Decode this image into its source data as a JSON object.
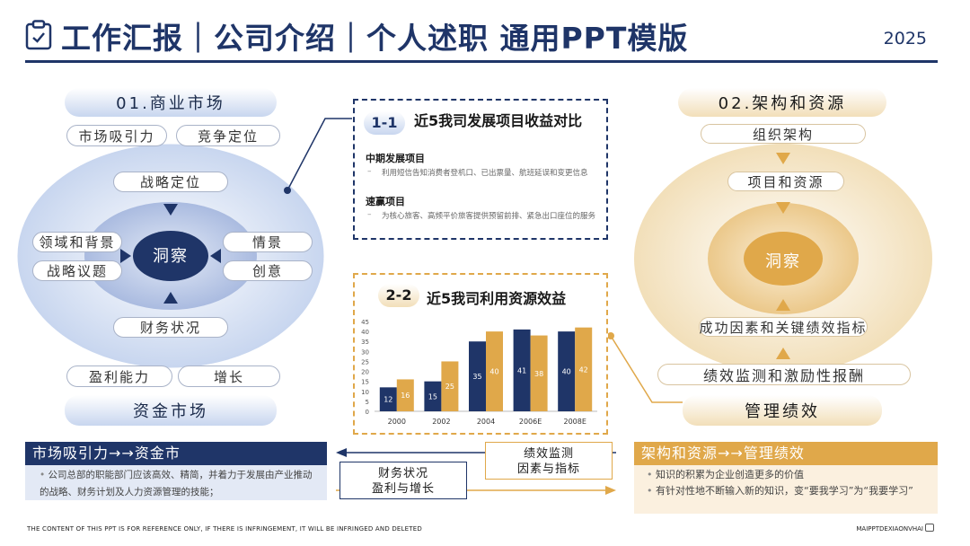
{
  "header": {
    "title": "工作汇报｜公司介绍｜个人述职 通用PPT模版",
    "year": "2025"
  },
  "left": {
    "top_pill": "01.商业市场",
    "pill_a": "市场吸引力",
    "pill_b": "竞争定位",
    "pill_strategy": "战略定位",
    "center": "洞察",
    "pill_domain": "领域和背景",
    "pill_agenda": "战略议题",
    "pill_scene": "情景",
    "pill_creative": "创意",
    "pill_finance": "财务状况",
    "pill_profit": "盈利能力",
    "pill_growth": "增长",
    "bottom_pill": "资金市场"
  },
  "right": {
    "top_pill": "02.架构和资源",
    "pill_org": "组织架构",
    "pill_project": "项目和资源",
    "center": "洞察",
    "pill_kpi": "成功因素和关键绩效指标",
    "pill_monitor": "绩效监测和激励性报酬",
    "bottom_pill": "管理绩效"
  },
  "box1": {
    "num": "1-1",
    "title": "近5我司发展项目收益对比",
    "sub1": "中期发展项目",
    "text1": "利用短信告知消费者登机口、已出票量、航班延误和变更信息",
    "sub2": "速赢项目",
    "text2": "为核心旅客、高频平价旅客提供预留前排、紧急出口座位的服务"
  },
  "box2": {
    "num": "2-2",
    "title": "近5我司利用资源效益"
  },
  "chart_data": {
    "type": "bar",
    "categories": [
      "2000",
      "2002",
      "2004",
      "2006E",
      "2008E"
    ],
    "series": [
      {
        "values": [
          12,
          15,
          35,
          41,
          40
        ],
        "color": "#1f3568"
      },
      {
        "values": [
          16,
          25,
          40,
          38,
          42
        ],
        "color": "#e0a84a"
      }
    ],
    "ylim": [
      0,
      45
    ],
    "yticks": [
      0,
      5,
      10,
      15,
      20,
      25,
      30,
      35,
      40,
      45
    ],
    "grid": false
  },
  "flow": {
    "left_box": "财务状况\n盈利与增长",
    "right_box": "绩效监测\n因素与指标"
  },
  "card_left": {
    "title": "市场吸引力→→资金市",
    "text": "公司总部的职能部门应该高效、精简，并着力于发展由产业推动的战略、财务计划及人力资源管理的技能；"
  },
  "card_right": {
    "title": "架构和资源→→管理绩效",
    "b1": "知识的积累为企业创造更多的价值",
    "b2": "有针对性地不断输入新的知识，变“要我学习”为“我要学习”"
  },
  "footer": {
    "left": "THE CONTENT OF THIS PPT IS FOR REFERENCE ONLY, IF THERE IS INFRINGEMENT, IT WILL BE INFRINGED AND DELETED",
    "right": "MAIPPTDEXIAONVHAI"
  },
  "colors": {
    "navy": "#1f3568",
    "gold": "#e0a84a",
    "lightblue": "#c8d6ef",
    "lightgold": "#f2dfb9"
  }
}
